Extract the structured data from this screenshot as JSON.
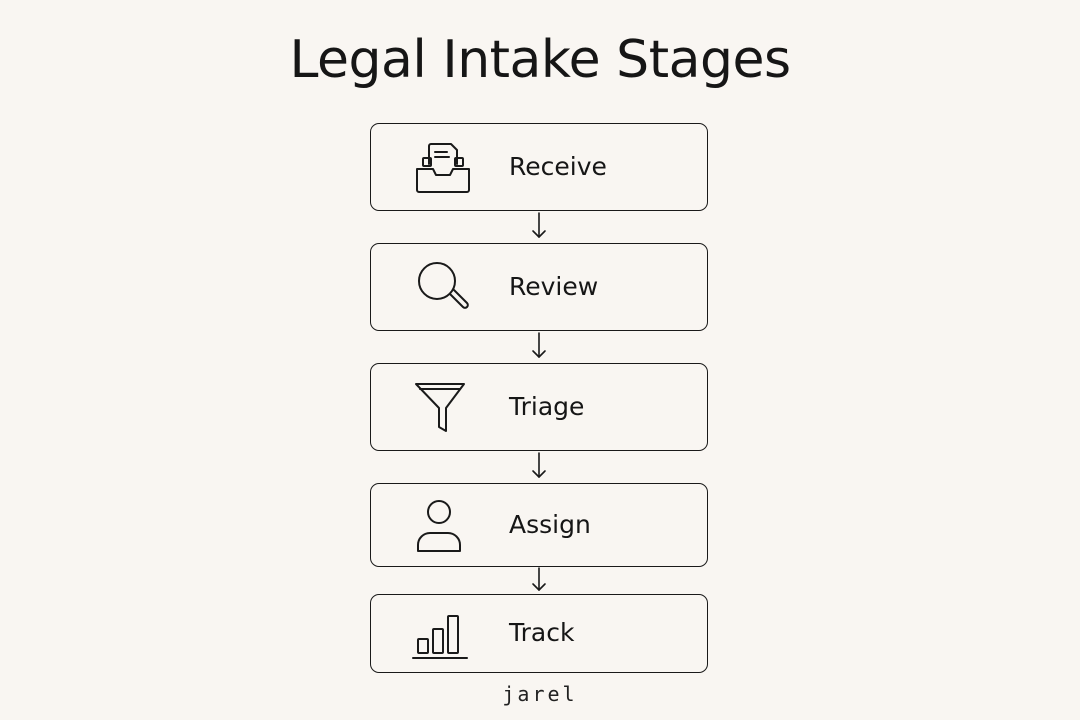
{
  "title": "Legal Intake Stages",
  "stages": [
    {
      "label": "Receive",
      "icon": "inbox-tray-icon"
    },
    {
      "label": "Review",
      "icon": "magnifier-icon"
    },
    {
      "label": "Triage",
      "icon": "funnel-icon"
    },
    {
      "label": "Assign",
      "icon": "person-icon"
    },
    {
      "label": "Track",
      "icon": "bar-chart-icon"
    }
  ],
  "brand": "jarel"
}
